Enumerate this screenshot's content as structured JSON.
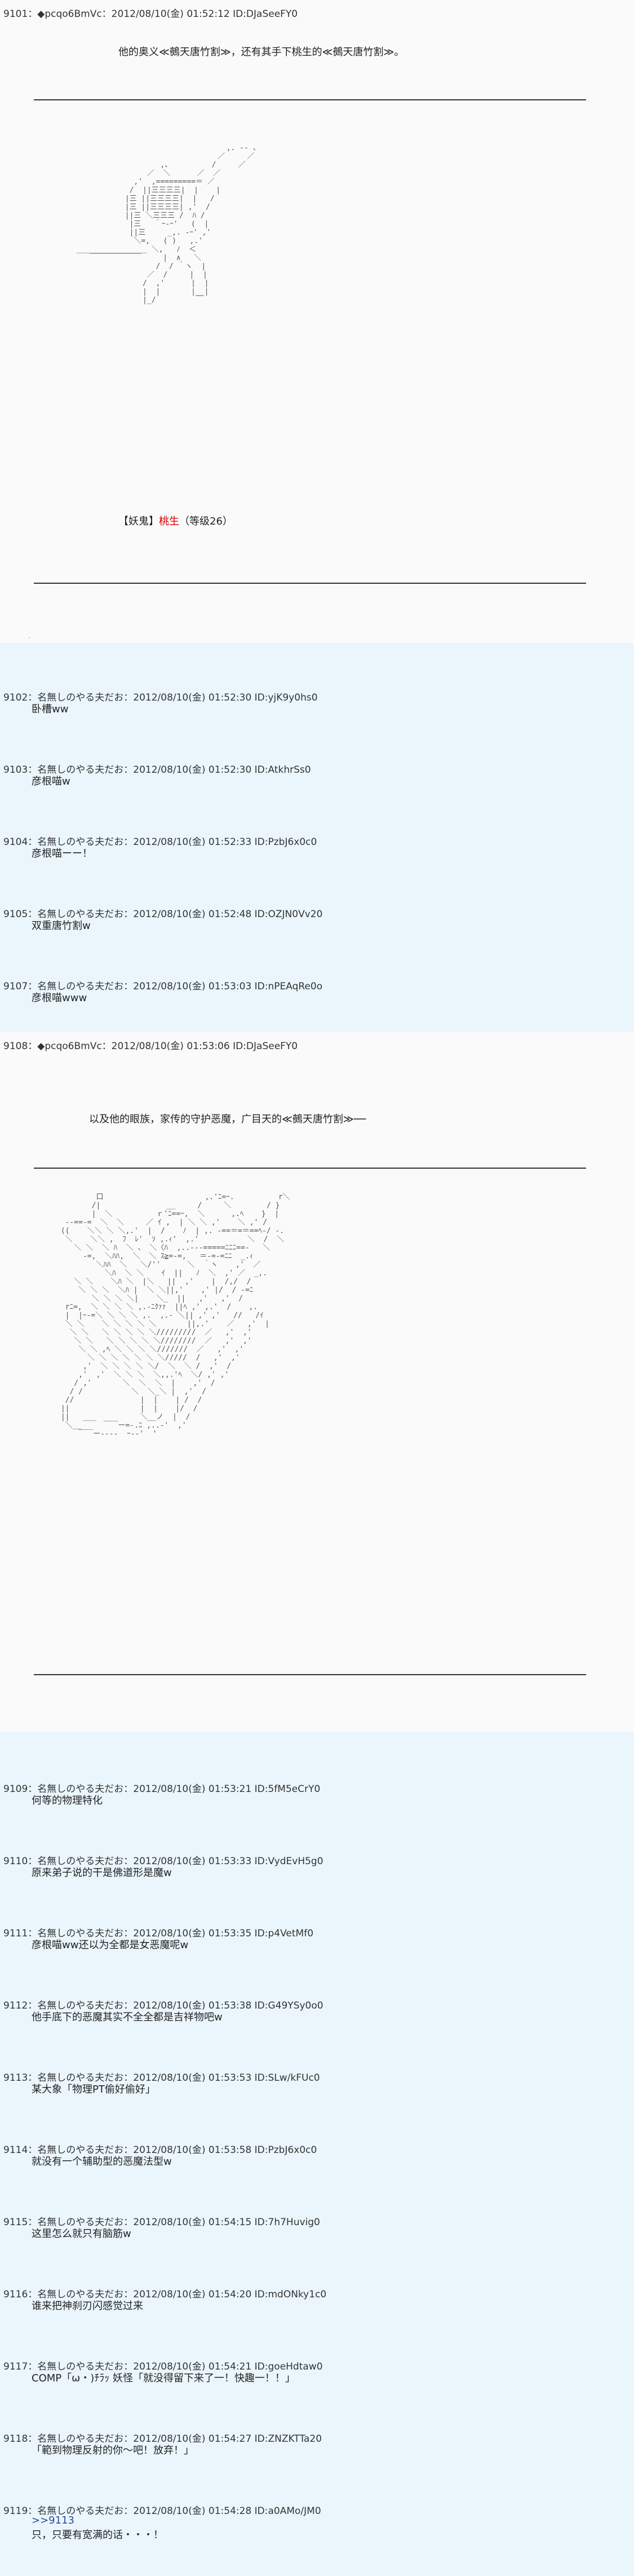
{
  "post_9101": {
    "header": "9101：◆pcqo6BmVc：2012/08/10(金) 01:52:12 ID:DJaSeeFY0",
    "line1": "他的奥义≪鵺天唐竹割≫，还有其手下桃生的≪鵺天唐竹割≫。",
    "caption_open": "【妖鬼】",
    "caption_name": "桃生",
    "caption_close": "（等级26）",
    "art": "                                    ,. -- 、\n                                  ／     ／\n                     ,、         /     ／\n                  ／  ＼      ／  ／\n               ,'  ,=========＝ ／\n              /  ||三三三三|  |    |\n             |三 ||三三三三|  |   /\n             |三 ||三三三三| ,'  /\n             ||三 ＼三三三 /  ﾊ /\n              |三   ｀ｰ-ｰ'   (  |\n              ||三     _,. -ｰ' ,'\n               ＼=,   ( )   ,.'\n  ________________ ＼,   ﾉ  ＜\n     ￣￣￣￣￣￣￣     |  ∧   ＼\n                    /  / ｀ヽ  |\n                  ／  /     |  |\n                 /  ,'      |  |\n                 |  |       |__|\n                 |_/         ￣"
  },
  "replies_a": [
    {
      "header": "9102：名無しのやる夫だお：2012/08/10(金) 01:52:30 ID:yjK9y0hs0",
      "text": "卧槽ww"
    },
    {
      "header": "9103：名無しのやる夫だお：2012/08/10(金) 01:52:30 ID:AtkhrSs0",
      "text": "彦根喵w"
    },
    {
      "header": "9104：名無しのやる夫だお：2012/08/10(金) 01:52:33 ID:PzbJ6x0c0",
      "text": "彦根喵ーー！"
    },
    {
      "header": "9105：名無しのやる夫だお：2012/08/10(金) 01:52:48 ID:OZJN0Vv20",
      "text": "双重唐竹割w"
    },
    {
      "header": "9107：名無しのやる夫だお：2012/08/10(金) 01:53:03 ID:nPEAqRe0o",
      "text": "彦根喵www"
    }
  ],
  "post_9108": {
    "header": "9108：◆pcqo6BmVc：2012/08/10(金) 01:53:06 ID:DJaSeeFY0",
    "line1": "以及他的眼族，家传的守护恶魔，广目天的≪鵺天唐竹割≫──",
    "art": "         口                       ,.'ﾆ=ｰ.          r＼\n        /|               __     /     ＼        / }\n        |  ＼          ｒ'ﾆ==ｰ,  ＼      ,.ﾍ    }  |\n  --==-=  ＼  ＼     ／ ｲ ,  | ＼ ＼ ,'    ＼ ,' /\n ((    ＼＼ ＼ ＼,.'  |  /    ﾉ  | ,. -==＝=＝==ﾍ-/ ‐.\n  ＼    ＼＼ ,  ﾌ  ﾚ'  ｿ ,.ｨ'  ,.'           ＼  /  ＼\n    ＼ ＼  ＼ ﾊ  ＼ 、 ＼〈ﾊ  ,..---=====ﾆﾆﾆ==-   ＼\n      -=,  ＼ﾊﾊ,  ＼  ＼ ｽ≧=-=,   ＝-=-=ﾆﾆ  _.ｨ\n         ＼ﾊﾊ  ＼   ＼/''      ＼  ｀ヽ    ,'  ／\n           ＼ﾊ  ＼ ＼    ｲ  ||   ﾉ  ＼  ,' ／  _,.\n    ＼ ＼    ＼ﾊ ＼  |＼   ||  ,'    |  /,/  /\n     ＼ ＼ ＼  ＼ﾊ |  ＼ ＼||,'    ,' |/  / -=ﾆ\n        ＼ ＼ ＼ ＼|    ＼_  ||   ,'   ,'  /\n  rﾆ=,  ＼ ＼ ＼ ＼ ,.-ﾆｸｧｧ  ||ﾍ ,' ,.'  /    ,.\n  |  |ｰ-=＼ ＼ ＼ ＼ ,.  ,.- ＼|| ,' ,'   //   /ｲ\n  ＼ ＼    ＼ ＼ ＼ ＼ ＼       ||,.'    ／   ,'  |\n   ＼ ＼   ＼ ＼ ＼ ＼ ＼/////////  ／   ,'  ,'\n    ＼ ＼   ＼ ＼ ＼ ＼ ＼////////  ／   ,'  ,'\n     ＼ ＼ ,ﾍ ＼ ＼ ＼ ＼///////  ／   ,'  ,'\n       ＼ ＼ ＼ ＼ ＼ ＼ ＼/////  /   ,'  ,'\n      ,'  ＼ ＼ ＼ ＼ ＼/  ＼  ＼ /  ,'  /\n     ,'  ,'  ＼ ＼ ＼  ＼,,.'ﾍ  ＼/ ,' ,'\n    / ,'       ＼  ＼  ＼  |    ,'  /\n   / /           ＼  ＼_＼ |  ,'  /\n  //               |  |    | /  /\n ||                |  |    |/  /\n ||   ___          ＼__ノ  |  /\n  ＼__     ￣￣ー=-.ﾆ ,..-'  ,'\n     ￣￣ー----  ｰ--'  '"
  },
  "replies_b": [
    {
      "header": "9109：名無しのやる夫だお：2012/08/10(金) 01:53:21 ID:5fM5eCrY0",
      "text": "何等的物理特化"
    },
    {
      "header": "9110：名無しのやる夫だお：2012/08/10(金) 01:53:33 ID:VydEvH5g0",
      "text": "原来弟子说的干是佛道形是魔w"
    },
    {
      "header": "9111：名無しのやる夫だお：2012/08/10(金) 01:53:35 ID:p4VetMf0",
      "text": "彦根喵ww还以为全都是女恶魔呢w"
    },
    {
      "header": "9112：名無しのやる夫だお：2012/08/10(金) 01:53:38 ID:G49YSy0o0",
      "text": "他手底下的恶魔其实不全全都是吉祥物吧w"
    },
    {
      "header": "9113：名無しのやる夫だお：2012/08/10(金) 01:53:53 ID:SLw/kFUc0",
      "text": "某大象「物理PT偷好偷好」"
    },
    {
      "header": "9114：名無しのやる夫だお：2012/08/10(金) 01:53:58 ID:PzbJ6x0c0",
      "text": "就没有一个辅助型的恶魔法型w"
    },
    {
      "header": "9115：名無しのやる夫だお：2012/08/10(金) 01:54:15 ID:7h7Huvig0",
      "text": "这里怎么就只有脑筋w"
    },
    {
      "header": "9116：名無しのやる夫だお：2012/08/10(金) 01:54:20 ID:mdONky1c0",
      "text": "谁来把神刹刃闪感觉过来"
    },
    {
      "header": "9117：名無しのやる夫だお：2012/08/10(金) 01:54:21 ID:goeHdtaw0",
      "text": "COMP「ω・)ﾁﾗｯ 妖怪「就没得留下来了一！快趣一！！」"
    },
    {
      "header": "9118：名無しのやる夫だお：2012/08/10(金) 01:54:27 ID:ZNZKTTa20",
      "text": "「範到物理反射的你～吧！放弃！」"
    },
    {
      "header": "9119：名無しのやる夫だお：2012/08/10(金) 01:54:28 ID:a0AMo/JM0",
      "text": ">>9113"
    }
  ],
  "reply_9119_line2": "只，只要有宽满的话・・・！"
}
